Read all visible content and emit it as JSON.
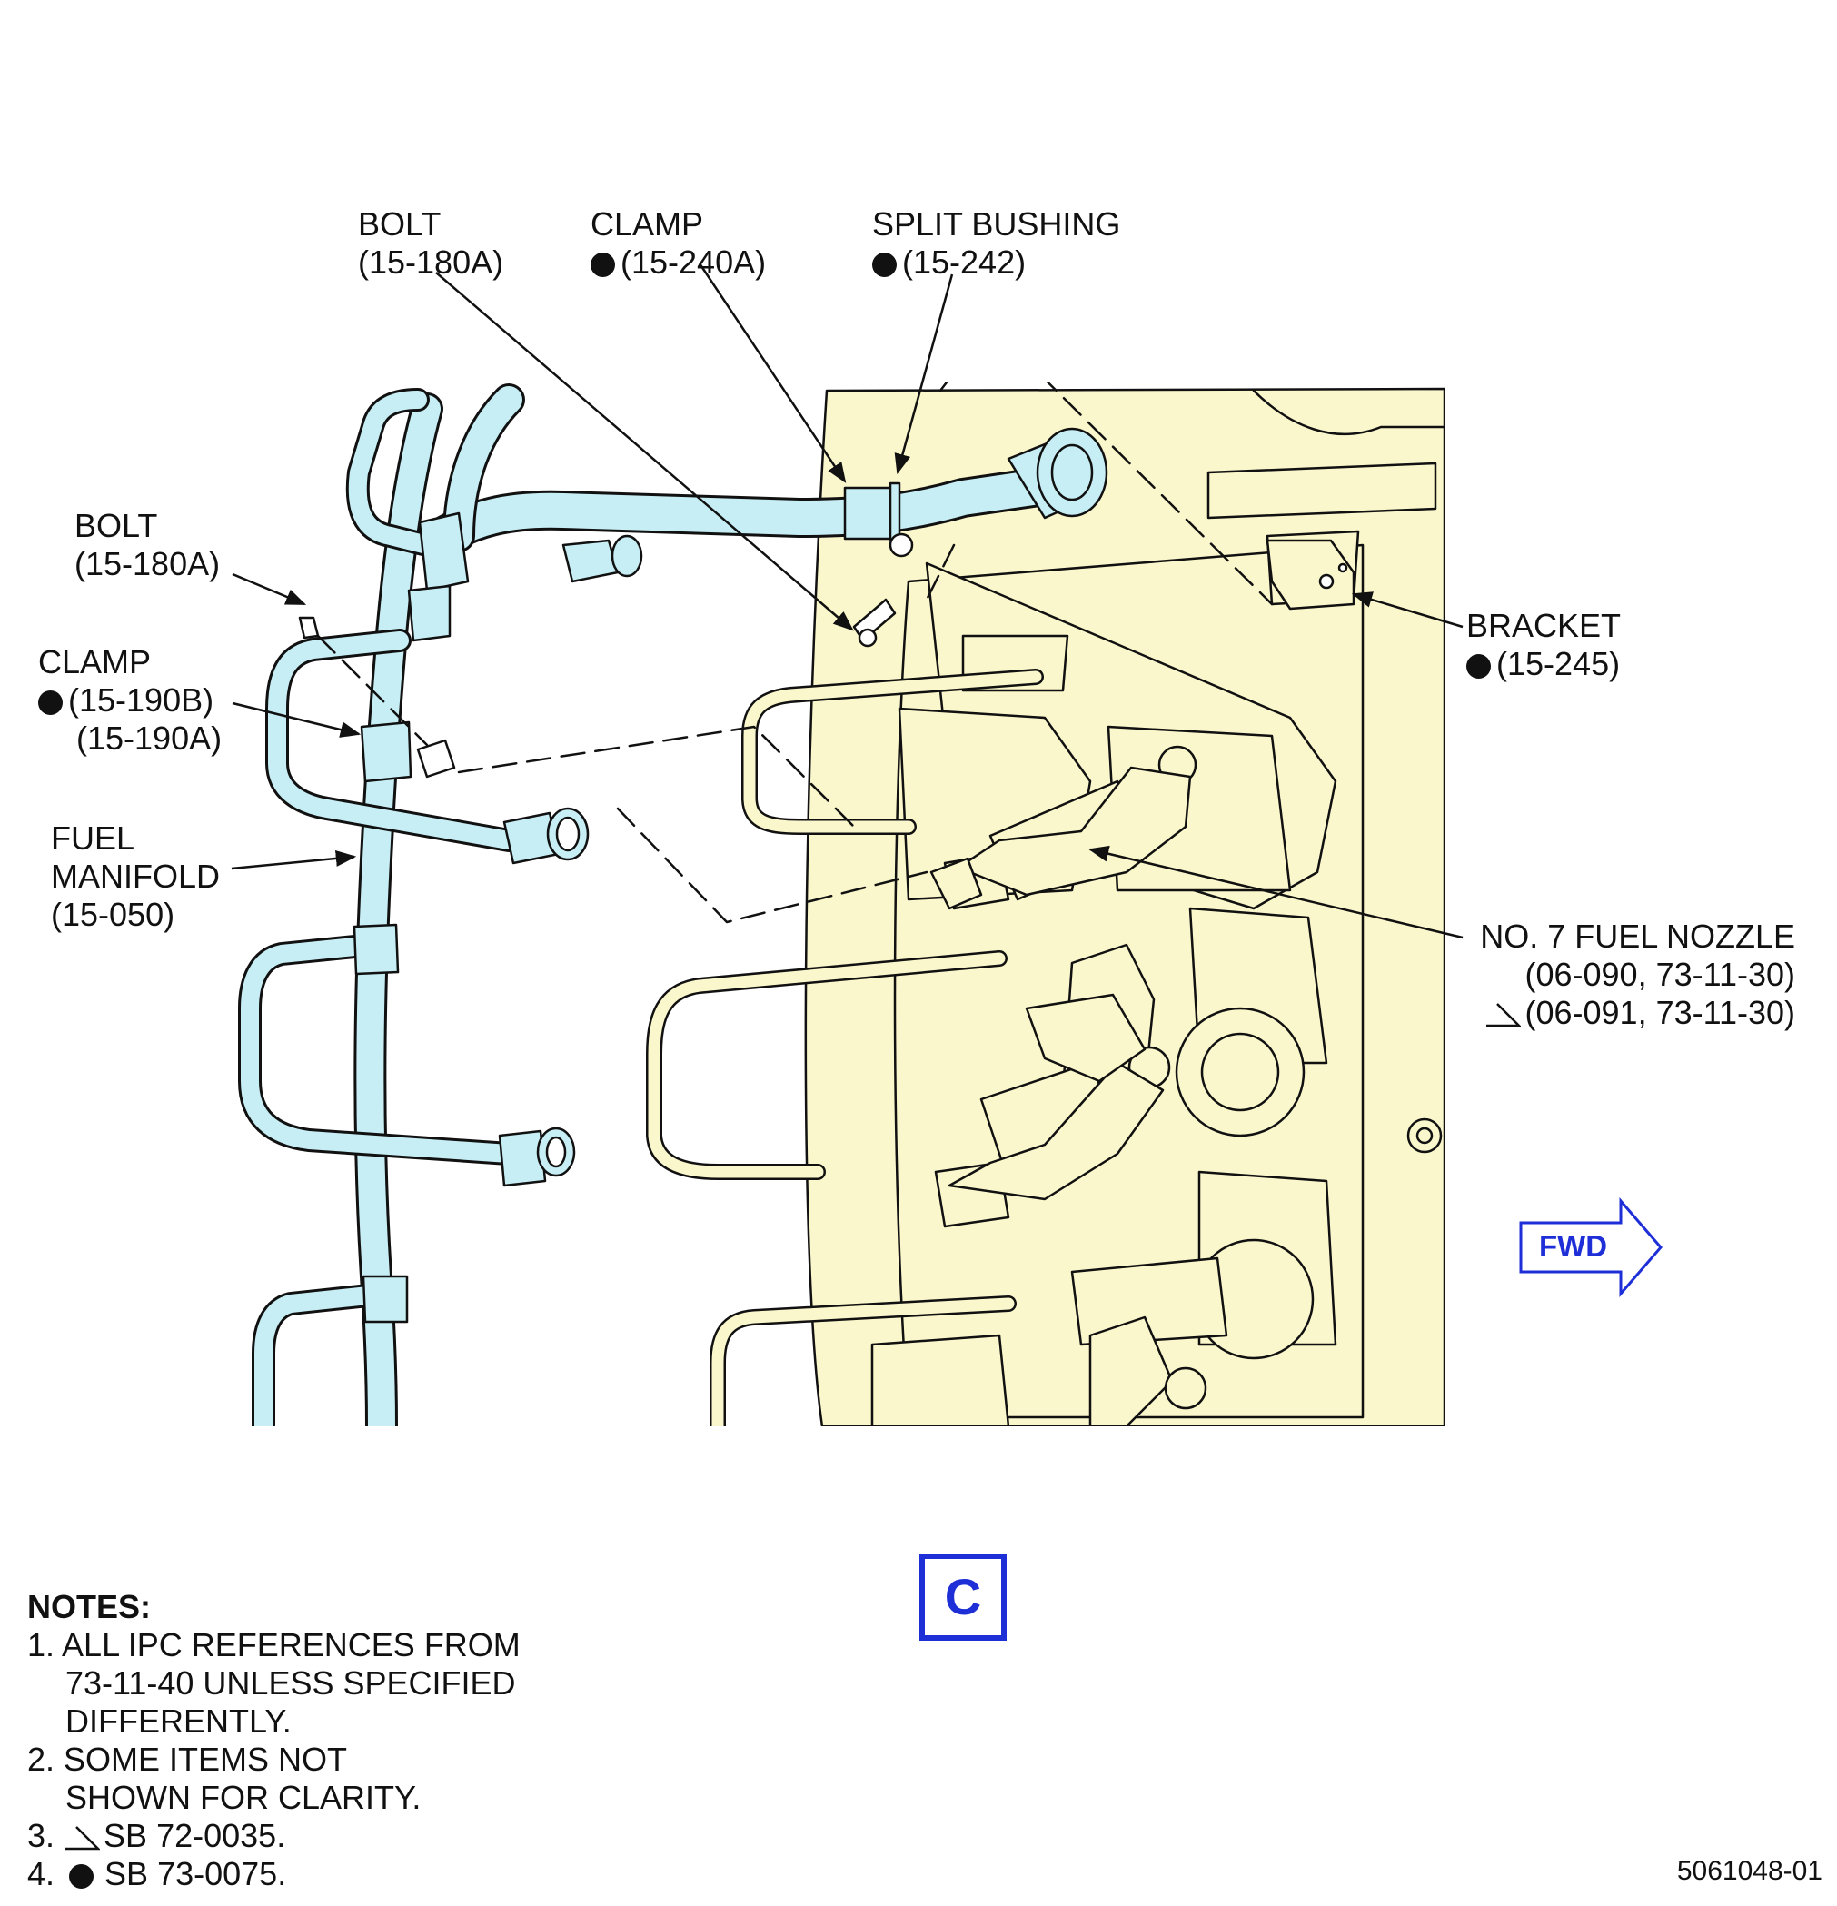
{
  "labels": {
    "bolt_top": {
      "name": "BOLT",
      "ref": "(15-180A)"
    },
    "clamp_top": {
      "name": "CLAMP",
      "ref": "(15-240A)"
    },
    "split_bushing": {
      "name": "SPLIT BUSHING",
      "ref": "(15-242)"
    },
    "bolt_left": {
      "name": "BOLT",
      "ref": "(15-180A)"
    },
    "clamp_left": {
      "name": "CLAMP",
      "ref1": "(15-190B)",
      "ref2": "(15-190A)"
    },
    "fuel_manifold": {
      "line1": "FUEL",
      "line2": "MANIFOLD",
      "ref": "(15-050)"
    },
    "bracket": {
      "name": "BRACKET",
      "ref": "(15-245)"
    },
    "fuel_nozzle": {
      "name": "NO. 7 FUEL NOZZLE",
      "ref1": "(06-090, 73-11-30)",
      "ref2": "(06-091, 73-11-30)"
    }
  },
  "view_label": "C",
  "direction_label": "FWD",
  "notes": {
    "title": "NOTES:",
    "n1_line1": "1. ALL IPC REFERENCES FROM",
    "n1_line2": "73-11-40 UNLESS SPECIFIED",
    "n1_line3": "DIFFERENTLY.",
    "n2_line1": "2. SOME ITEMS NOT",
    "n2_line2": "SHOWN FOR CLARITY.",
    "n3_num": "3.",
    "n3_text": "SB 72-0035.",
    "n4_num": "4.",
    "n4_text": "SB 73-0075."
  },
  "figure_number": "5061048-01",
  "colors": {
    "engine_fill": "#fbf7cc",
    "manifold_fill": "#c7eef4",
    "accent_blue": "#1e2fd8",
    "line": "#111111"
  }
}
